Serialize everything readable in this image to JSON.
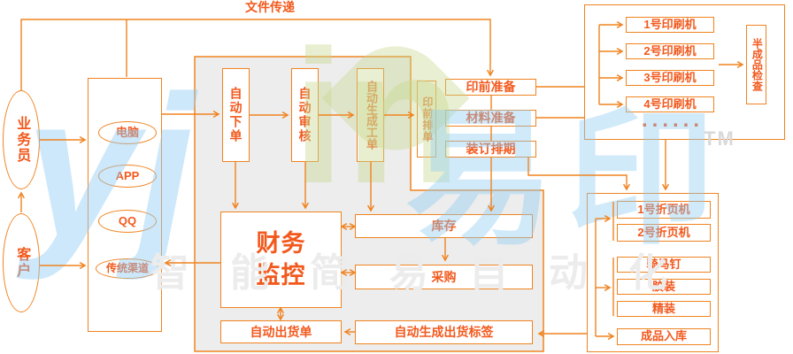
{
  "colors": {
    "line_orange": "#F0831F",
    "text_orange": "#F2591D",
    "panel_gray": "#EDEDED"
  },
  "top": {
    "file_transfer_label": "文件传递"
  },
  "actors": {
    "salesperson": "业务员",
    "customer": "客户"
  },
  "channels": {
    "items": [
      "电脑",
      "APP",
      "QQ",
      "传统渠道"
    ]
  },
  "process": {
    "auto_order": "自动下单",
    "auto_review": "自动审核",
    "auto_worksheet": "自动生成工单",
    "prepress_queue": "印前排单"
  },
  "prepress": {
    "prepare": "印前准备",
    "material": "材料准备",
    "binding_schedule": "装订排期"
  },
  "printing": {
    "machines": [
      "1号印刷机",
      "2号印刷机",
      "3号印刷机",
      "4号印刷机"
    ],
    "dots": "......",
    "inspection": "半成品检查"
  },
  "finance": {
    "monitor": "财务监控",
    "inventory": "库存",
    "purchase": "采购",
    "auto_shipping_note": "自动出货单",
    "auto_shipping_label": "自动生成出货标签"
  },
  "binding": {
    "machines": [
      "1号折页机",
      "2号折页机"
    ],
    "methods": [
      "骑马钉",
      "胶装",
      "精装"
    ],
    "storage": "成品入库"
  },
  "watermark": {
    "logo_left": "yj",
    "logo_mid": "in",
    "logo_cn": "易印",
    "slogan": "智能简易自动化",
    "tm": "TM"
  }
}
